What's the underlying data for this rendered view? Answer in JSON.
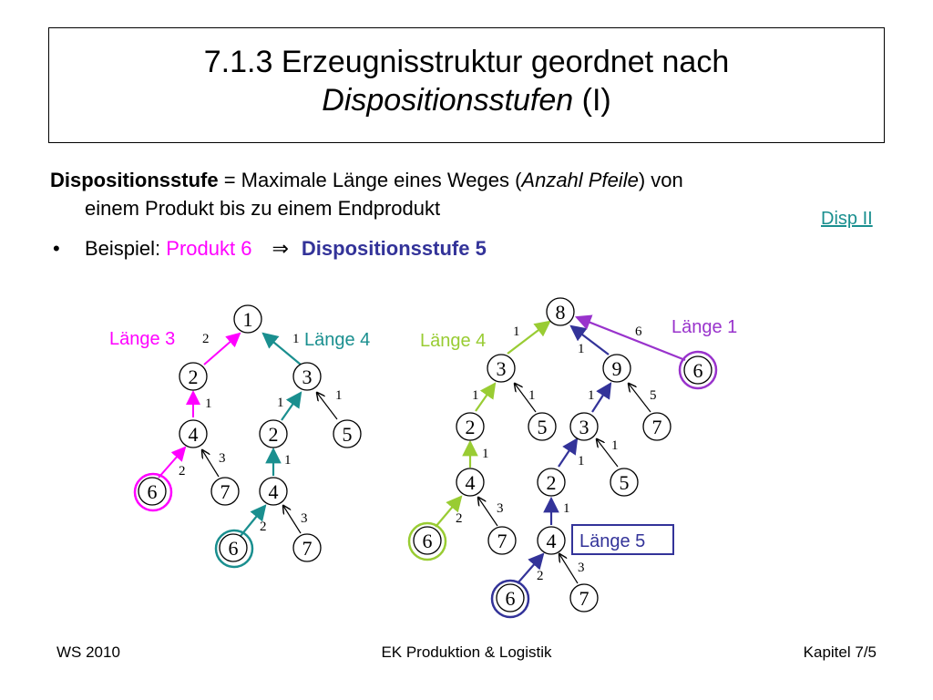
{
  "title": {
    "line1": "7.1.3 Erzeugnisstruktur geordnet nach",
    "line2_italic": "Dispositionsstufen",
    "line2_rest": " (I)"
  },
  "definition": {
    "term": "Dispositionsstufe",
    "text1": " = Maximale Länge eines Weges (",
    "italic": "Anzahl Pfeile",
    "text2": ") von",
    "cont": "einem Produkt bis zu einem Endprodukt"
  },
  "link": "Disp II",
  "bullet": {
    "marker": "•",
    "prefix": "Beispiel: ",
    "product": "Produkt 6",
    "arrow": "⇒",
    "result": "Dispositionsstufe 5"
  },
  "colors": {
    "magenta": "#ff00ff",
    "teal": "#1a8f8f",
    "lime": "#99cc33",
    "navy": "#333399",
    "purple": "#9933cc"
  },
  "diagram": {
    "labels": {
      "len3": "Länge 3",
      "len4a": "Länge 4",
      "len4b": "Länge 4",
      "len1": "Länge 1",
      "len5": "Länge 5"
    },
    "tree_a": {
      "nodes": [
        "1",
        "2",
        "4",
        "6",
        "7"
      ],
      "edge_weights": [
        "2",
        "1",
        "2",
        "3"
      ]
    },
    "tree_b": {
      "nodes": [
        "1",
        "3",
        "2",
        "5",
        "4",
        "6",
        "7"
      ],
      "edge_weights": [
        "1",
        "1",
        "1",
        "1",
        "2",
        "3"
      ]
    },
    "tree_c": {
      "nodes": [
        "8",
        "3",
        "9",
        "6",
        "2",
        "5",
        "3",
        "7",
        "4",
        "2",
        "5",
        "6",
        "7",
        "4",
        "6",
        "7"
      ],
      "edge_weights": [
        "1",
        "1",
        "6",
        "1",
        "1",
        "1",
        "5",
        "1",
        "1",
        "1",
        "2",
        "3",
        "1",
        "2",
        "3"
      ]
    }
  },
  "footer": {
    "left": "WS 2010",
    "center": "EK Produktion & Logistik",
    "right": "Kapitel 7/5"
  }
}
